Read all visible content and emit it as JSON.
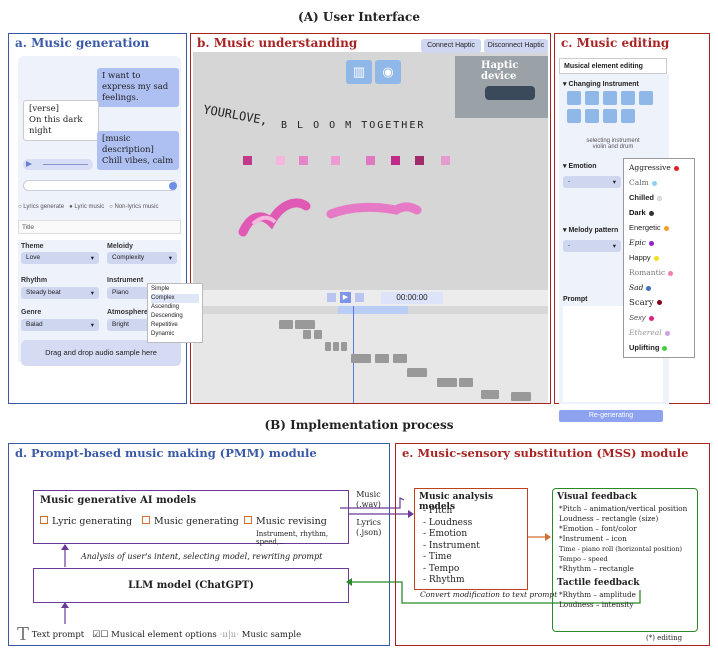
{
  "section_a": "(A)  User Interface",
  "section_b": "(B)  Implementation process",
  "panel_a": {
    "title": "a. Music generation",
    "user_msg": "I want to express my sad feelings.",
    "lyrics": [
      "[verse]",
      "On this dark night"
    ],
    "music_desc": [
      "[music description]",
      "Chill vibes, calm"
    ],
    "modes": [
      "Lyrics generate",
      "Lyric music",
      "Non-lyrics music"
    ],
    "title_field": "Title",
    "theme_label": "Theme",
    "theme_value": "Love",
    "melody_label": "Meloidy",
    "melody_value": "Complexity",
    "melody_options": [
      "Simple",
      "Complex",
      "Ascending",
      "Descending",
      "Repetitive",
      "Dynamic"
    ],
    "rhythm_label": "Rhythm",
    "rhythm_value": "Steady beat",
    "instrument_label": "Instrument",
    "instrument_value": "Piano",
    "genre_label": "Genre",
    "genre_value": "Balad",
    "atmosphere_label": "Atmosphere",
    "atmosphere_value": "Bright",
    "drop_text": "Drag and drop audio sample here"
  },
  "panel_b": {
    "title": "b. Music understanding",
    "connect": "Connect Haptic",
    "disconnect": "Disconnect Haptic",
    "haptic_label": "Haptic device",
    "lyric_a": "YOURLOVE,",
    "lyric_b": "B  L  O  O  M  TOGETHER",
    "time": "00:00:00"
  },
  "panel_c": {
    "title": "c. Music editing",
    "tab": "Musical element editing",
    "changing": "Changing Instrument",
    "selecting": [
      "selecting instrument",
      "violin and drum"
    ],
    "emotion": "Emotion",
    "melody_pattern": "Melody pattern",
    "prompt": "Prompt",
    "regen": "Re-generating",
    "emotions": [
      {
        "name": "Aggressive",
        "color": "#e02020"
      },
      {
        "name": "Calm",
        "color": "#8fd0f0"
      },
      {
        "name": "Chilled",
        "color": "#e8f0f0"
      },
      {
        "name": "Dark",
        "color": "#333333"
      },
      {
        "name": "Energetic",
        "color": "#f0a020"
      },
      {
        "name": "Epic",
        "color": "#9020d0"
      },
      {
        "name": "Happy",
        "color": "#f0e020"
      },
      {
        "name": "Romantic",
        "color": "#f080b0"
      },
      {
        "name": "Sad",
        "color": "#4070c0"
      },
      {
        "name": "Scary",
        "color": "#800020"
      },
      {
        "name": "Sexy",
        "color": "#e02080"
      },
      {
        "name": "Ethereal",
        "color": "#d0a0e0"
      },
      {
        "name": "Uplifting",
        "color": "#40d040"
      }
    ]
  },
  "panel_d": {
    "title": "d. Prompt-based music making (PMM) module",
    "models_title": "Music generative AI models",
    "opt1": "Lyric generating",
    "opt2": "Music generating",
    "opt3": "Music revising",
    "opt3_sub": "Instrument, rhythm, speed,..",
    "analysis": "Analysis of user's intent,  selecting model, rewriting prompt",
    "llm": "LLM model (ChatGPT)",
    "legend": {
      "text_prompt": "Text prompt",
      "options": "Musical element options",
      "sample": "Music sample"
    }
  },
  "arrows": {
    "music": [
      "Music",
      "(.wav)"
    ],
    "lyrics": [
      "Lyrics",
      "(.json)"
    ],
    "convert": "Convert modification to text prompt"
  },
  "panel_e": {
    "title": "e. Music-sensory substitution (MSS) module",
    "analysis_title": "Music analysis models",
    "analysis_items": [
      "- Pitch",
      "- Loudness",
      "- Emotion",
      "- Instrument",
      "- Time",
      "- Tempo",
      "- Rhythm"
    ],
    "visual_title": "Visual feedback",
    "visual_items": [
      "*Pitch – animation/vertical position",
      "Loudness – rectangle (size)",
      "*Emotion – font/color",
      "*Instrument – icon",
      "Time - piano roll (horizontal position)",
      "Tempo – speed",
      "*Rhythm – rectangle"
    ],
    "tactile_title": "Tactile feedback",
    "tactile_items": [
      "*Rhythm – amplitude",
      "Loudness – intensity"
    ],
    "editing_note": "(*) editing"
  }
}
